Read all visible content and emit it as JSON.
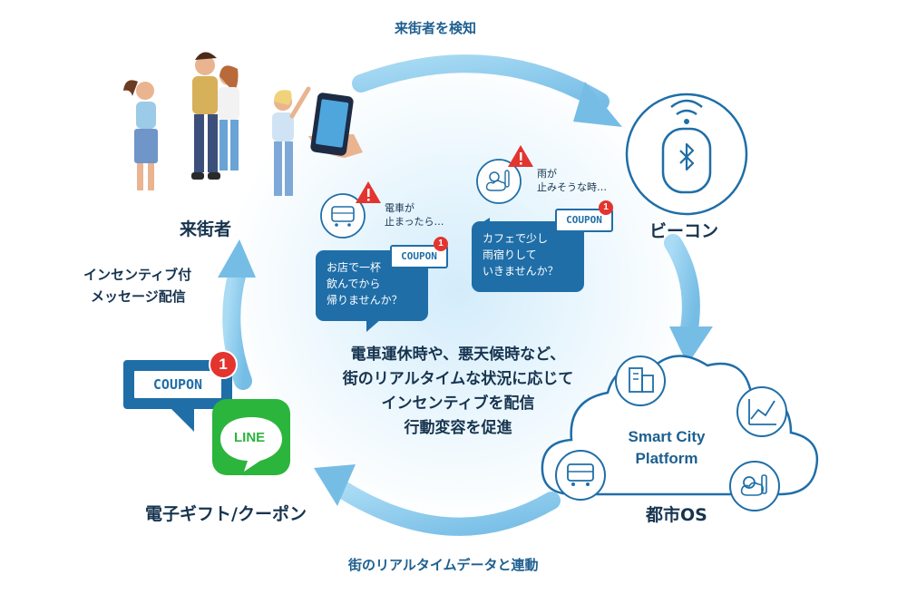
{
  "arrows": {
    "top": "来街者を検知",
    "bottom": "街のリアルタイムデータと連動",
    "left_line1": "インセンティブ付",
    "left_line2": "メッセージ配信"
  },
  "nodes": {
    "visitors": "来街者",
    "beacon": "ビーコン",
    "city_os": "都市OS",
    "platform_line1": "Smart City",
    "platform_line2": "Platform",
    "gift": "電子ギフト/クーポン"
  },
  "center": {
    "line1": "電車運休時や、悪天候時など、",
    "line2": "街のリアルタイムな状況に応じて",
    "line3": "インセンティブを配信",
    "line4": "行動変容を促進"
  },
  "scenario_train": {
    "condition_line1": "電車が",
    "condition_line2": "止まったら…",
    "message_line1": "お店で一杯",
    "message_line2": "飲んでから",
    "message_line3": "帰りませんか？",
    "coupon": "COUPON",
    "badge": "1"
  },
  "scenario_rain": {
    "condition_line1": "雨が",
    "condition_line2": "止みそうな時…",
    "message_line1": "カフェで少し",
    "message_line2": "雨宿りして",
    "message_line3": "いきませんか？",
    "coupon": "COUPON",
    "badge": "1"
  },
  "gift_card": {
    "coupon": "COUPON",
    "badge": "1",
    "app_logo": "LINE"
  },
  "colors": {
    "arrow": "#8fcbec",
    "dark_text": "#17344f",
    "accent_blue": "#1f6ea8",
    "line_green": "#2bb53c",
    "alert_red": "#e3342f"
  },
  "icons": {
    "beacon": "bluetooth-beacon-icon",
    "warning": "warning-icon",
    "train": "train-icon",
    "weather": "weather-icon",
    "building": "building-icon",
    "chart": "chart-icon",
    "phone": "smartphone-icon",
    "people": "people-illustration"
  }
}
